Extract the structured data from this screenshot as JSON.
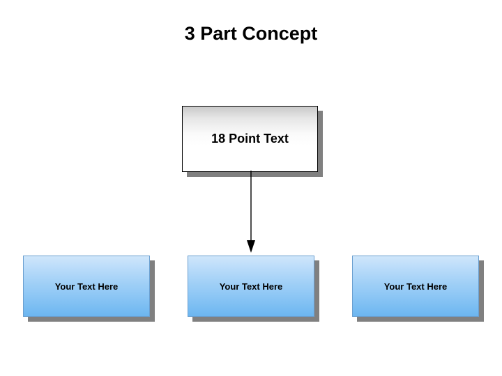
{
  "slide": {
    "title": "3 Part Concept",
    "top_box": {
      "label": "18 Point Text"
    },
    "bottom_boxes": [
      {
        "label": "Your Text Here"
      },
      {
        "label": "Your Text Here"
      },
      {
        "label": "Your Text Here"
      }
    ],
    "connector": {
      "name": "arrow-down",
      "from": "top-box",
      "to": "bottom-box-center"
    },
    "colors": {
      "background": "#ffffff",
      "title_text": "#000000",
      "top_box_fill": "#ffffff",
      "top_box_border": "#000000",
      "bottom_box_fill": "#8ec7f5",
      "bottom_box_border": "#6a9fd0",
      "shadow": "#808080",
      "arrow": "#000000"
    }
  }
}
